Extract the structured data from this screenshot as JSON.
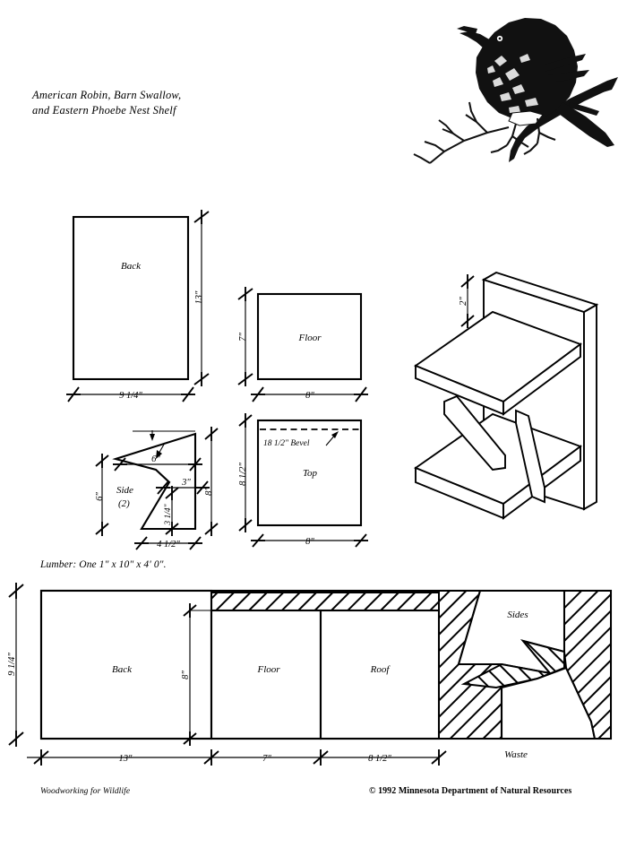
{
  "document": {
    "title_line1": "American Robin, Barn Swallow,",
    "title_line2": "and Eastern Phoebe Nest Shelf",
    "lumber_note": "Lumber: One 1\" x 10\" x 4' 0\".",
    "footer_left": "Woodworking for Wildlife",
    "footer_right": "© 1992 Minnesota Department of Natural Resources"
  },
  "illustration": {
    "subject": "american-robin-on-branch"
  },
  "parts": {
    "back": {
      "label": "Back",
      "width_dim": "9 1/4\"",
      "height_dim": "13\""
    },
    "floor": {
      "label": "Floor",
      "width_dim": "8\"",
      "height_dim": "7\""
    },
    "side": {
      "label": "Side",
      "quantity_label": "(2)",
      "height_dim": "6\"",
      "upper_dim": "6\"",
      "notch_dim": "3\"",
      "notch_depth_dim": "3 1/4\"",
      "right_dim": "8\"",
      "bottom_dim": "4 1/2\""
    },
    "top": {
      "label": "Top",
      "bevel_label": "18 1/2\" Bevel",
      "width_dim": "8\"",
      "height_dim": "8 1/2\""
    }
  },
  "assembly": {
    "gap_dim": "2\""
  },
  "cutting_layout": {
    "board_height_dim": "9 1/4\"",
    "inner_height_dim": "8\"",
    "pieces": [
      {
        "label": "Back",
        "length_dim": "13\""
      },
      {
        "label": "Floor",
        "length_dim": "7\""
      },
      {
        "label": "Roof",
        "length_dim": "8 1/2\""
      },
      {
        "label": "Sides",
        "length_dim": ""
      }
    ],
    "waste_label": "Waste"
  }
}
